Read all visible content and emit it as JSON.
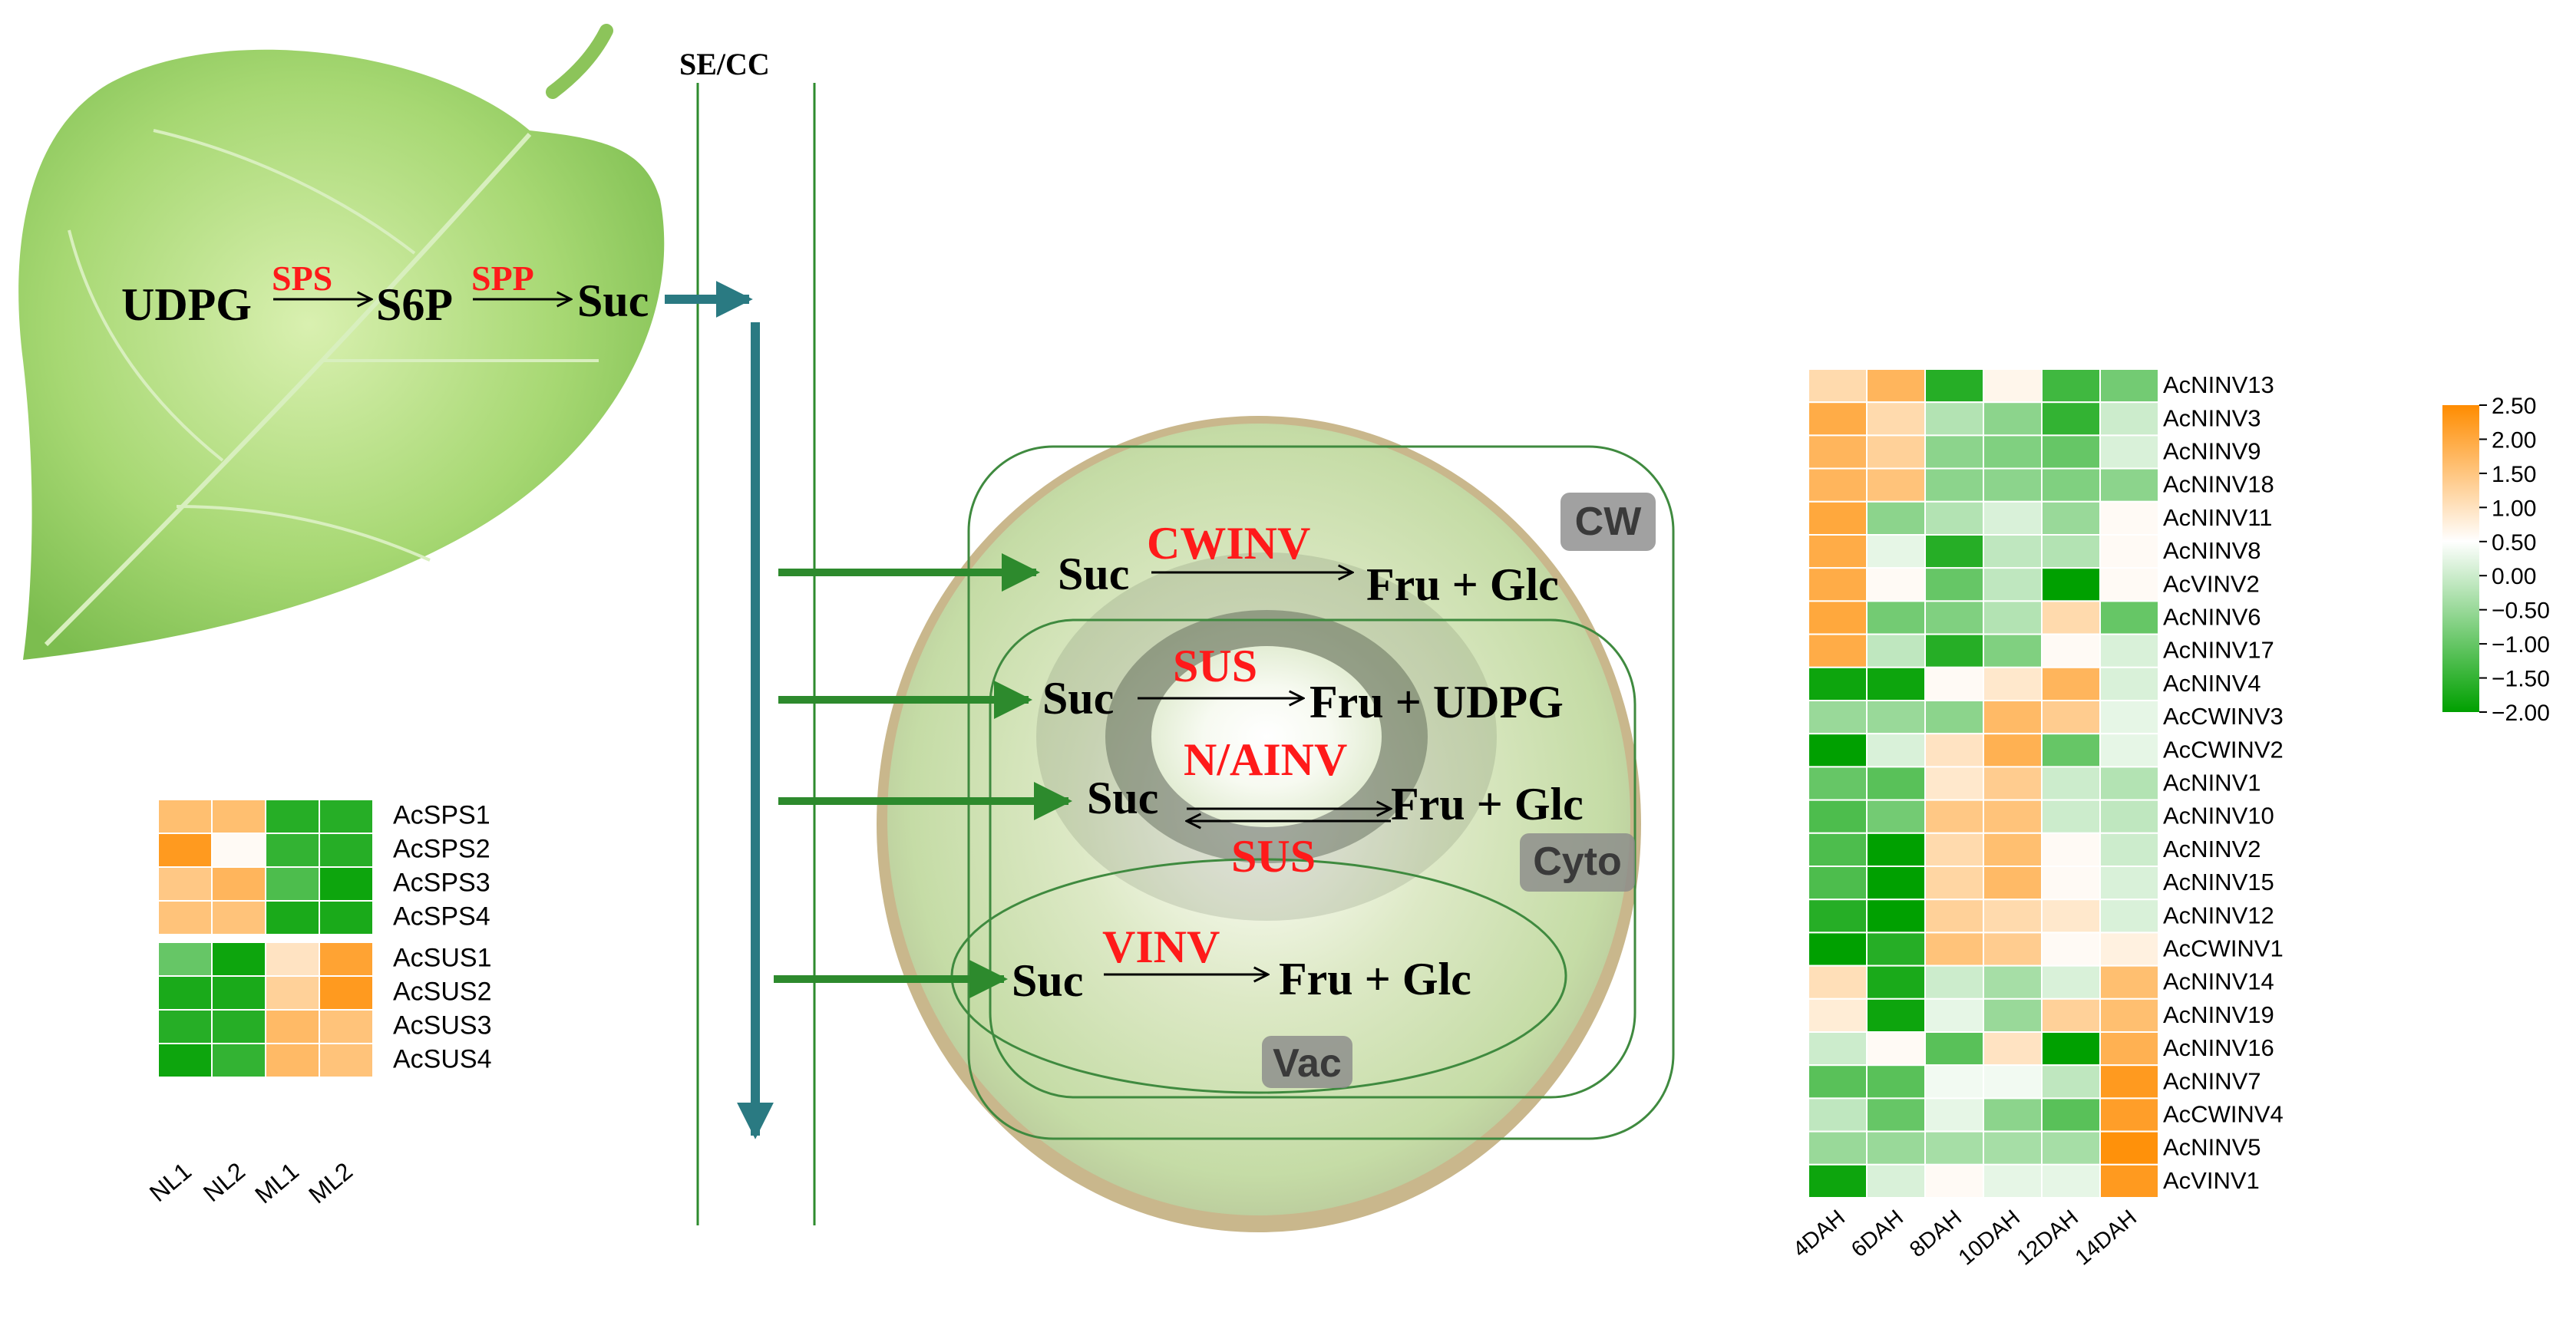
{
  "leaf": {
    "substrate": "UDPG",
    "enzyme1": "SPS",
    "intermediate": "S6P",
    "enzyme2": "SPP",
    "product": "Suc"
  },
  "phloem_label": "SE/CC",
  "fruit": {
    "compartments": {
      "cw": "CW",
      "cyto": "Cyto",
      "vac": "Vac"
    },
    "reactions": {
      "cw": {
        "substrate": "Suc",
        "enzyme": "CWINV",
        "products": "Fru + Glc"
      },
      "sus": {
        "substrate": "Suc",
        "enzyme": "SUS",
        "products": "Fru + UDPG"
      },
      "ninv": {
        "substrate": "Suc",
        "enzyme": "N/AINV",
        "products": "Fru + Glc",
        "reverse_enzyme": "SUS"
      },
      "vinv": {
        "substrate": "Suc",
        "enzyme": "VINV",
        "products": "Fru + Glc"
      }
    }
  },
  "colors": {
    "enzyme_text": "#ff1a1a",
    "phloem_line": "#2e8b2e",
    "transport_arrow": "#2a7a82",
    "import_arrow": "#2d8a2d",
    "compartment_border": "#3f8a3f",
    "heat_high": "#ff8c00",
    "heat_mid": "#ffffff",
    "heat_low": "#00a000"
  },
  "leaf_heatmap": {
    "columns": [
      "NL1",
      "NL2",
      "ML1",
      "ML2"
    ],
    "rows": [
      {
        "gene": "AcSPS1",
        "values": [
          1.4,
          1.4,
          -1.7,
          -1.7
        ]
      },
      {
        "gene": "AcSPS2",
        "values": [
          2.2,
          0.1,
          -1.6,
          -1.7
        ]
      },
      {
        "gene": "AcSPS3",
        "values": [
          1.2,
          1.6,
          -1.4,
          -1.9
        ]
      },
      {
        "gene": "AcSPS4",
        "values": [
          1.3,
          1.3,
          -1.8,
          -1.8
        ]
      },
      {
        "gene": "AcSUS1",
        "values": [
          -1.2,
          -1.9,
          0.6,
          2.0
        ]
      },
      {
        "gene": "AcSUS2",
        "values": [
          -1.8,
          -1.8,
          1.0,
          2.2
        ]
      },
      {
        "gene": "AcSUS3",
        "values": [
          -1.7,
          -1.7,
          1.5,
          1.3
        ]
      },
      {
        "gene": "AcSUS4",
        "values": [
          -1.9,
          -1.6,
          1.5,
          1.3
        ]
      }
    ]
  },
  "fruit_heatmap": {
    "columns": [
      "4DAH",
      "6DAH",
      "8DAH",
      "10DAH",
      "12DAH",
      "14DAH"
    ],
    "rows": [
      {
        "gene": "AcNINV13",
        "values": [
          0.8,
          1.6,
          -1.7,
          0.2,
          -1.5,
          -1.1
        ]
      },
      {
        "gene": "AcNINV3",
        "values": [
          1.8,
          0.8,
          -0.6,
          -0.9,
          -1.6,
          -0.4
        ]
      },
      {
        "gene": "AcNINV9",
        "values": [
          1.6,
          1.0,
          -0.9,
          -1.0,
          -1.2,
          -0.3
        ]
      },
      {
        "gene": "AcNINV18",
        "values": [
          1.6,
          1.3,
          -0.9,
          -0.9,
          -1.0,
          -0.9
        ]
      },
      {
        "gene": "AcNINV11",
        "values": [
          1.9,
          -0.9,
          -0.6,
          -0.3,
          -0.8,
          0.1
        ]
      },
      {
        "gene": "AcNINV8",
        "values": [
          1.8,
          -0.2,
          -1.7,
          -0.5,
          -0.6,
          0.1
        ]
      },
      {
        "gene": "AcVINV2",
        "values": [
          1.8,
          0.1,
          -1.2,
          -0.5,
          -2.0,
          0.1
        ]
      },
      {
        "gene": "AcNINV6",
        "values": [
          1.9,
          -1.1,
          -1.0,
          -0.6,
          0.8,
          -1.2
        ]
      },
      {
        "gene": "AcNINV17",
        "values": [
          1.8,
          -0.5,
          -1.7,
          -1.0,
          0.1,
          -0.3
        ]
      },
      {
        "gene": "AcNINV4",
        "values": [
          -1.9,
          -1.9,
          0.1,
          0.5,
          1.6,
          -0.3
        ]
      },
      {
        "gene": "AcCWINV3",
        "values": [
          -0.8,
          -0.8,
          -0.9,
          1.5,
          1.1,
          -0.2
        ]
      },
      {
        "gene": "AcCWINV2",
        "values": [
          -2.0,
          -0.3,
          0.6,
          1.7,
          -1.2,
          -0.2
        ]
      },
      {
        "gene": "AcNINV1",
        "values": [
          -1.2,
          -1.3,
          0.5,
          1.1,
          -0.4,
          -0.6
        ]
      },
      {
        "gene": "AcNINV10",
        "values": [
          -1.4,
          -1.1,
          1.2,
          1.3,
          -0.4,
          -0.5
        ]
      },
      {
        "gene": "AcNINV2",
        "values": [
          -1.4,
          -2.0,
          0.8,
          1.4,
          0.1,
          -0.4
        ]
      },
      {
        "gene": "AcNINV15",
        "values": [
          -1.4,
          -2.0,
          0.9,
          1.5,
          0.1,
          -0.3
        ]
      },
      {
        "gene": "AcNINV12",
        "values": [
          -1.7,
          -2.0,
          1.0,
          0.8,
          0.5,
          -0.3
        ]
      },
      {
        "gene": "AcCWINV1",
        "values": [
          -2.0,
          -1.7,
          1.3,
          1.1,
          0.1,
          0.3
        ]
      },
      {
        "gene": "AcNINV14",
        "values": [
          0.7,
          -1.8,
          -0.4,
          -0.7,
          -0.3,
          1.4
        ]
      },
      {
        "gene": "AcNINV19",
        "values": [
          0.4,
          -1.9,
          -0.2,
          -0.8,
          1.0,
          1.4
        ]
      },
      {
        "gene": "AcNINV16",
        "values": [
          -0.4,
          0.1,
          -1.3,
          0.6,
          -2.0,
          1.7
        ]
      },
      {
        "gene": "AcNINV7",
        "values": [
          -1.3,
          -1.3,
          -0.1,
          -0.1,
          -0.5,
          2.2
        ]
      },
      {
        "gene": "AcCWINV4",
        "values": [
          -0.5,
          -1.2,
          -0.2,
          -0.9,
          -1.3,
          2.1
        ]
      },
      {
        "gene": "AcNINV5",
        "values": [
          -0.8,
          -0.8,
          -0.7,
          -0.7,
          -0.7,
          2.4
        ]
      },
      {
        "gene": "AcVINV1",
        "values": [
          -1.9,
          -0.3,
          0.1,
          -0.2,
          -0.2,
          2.2
        ]
      }
    ]
  },
  "color_scale": {
    "min": -2.0,
    "max": 2.5,
    "ticks": [
      "2.50",
      "2.00",
      "1.50",
      "1.00",
      "0.50",
      "0.00",
      "−0.50",
      "−1.00",
      "−1.50",
      "−2.00"
    ]
  }
}
